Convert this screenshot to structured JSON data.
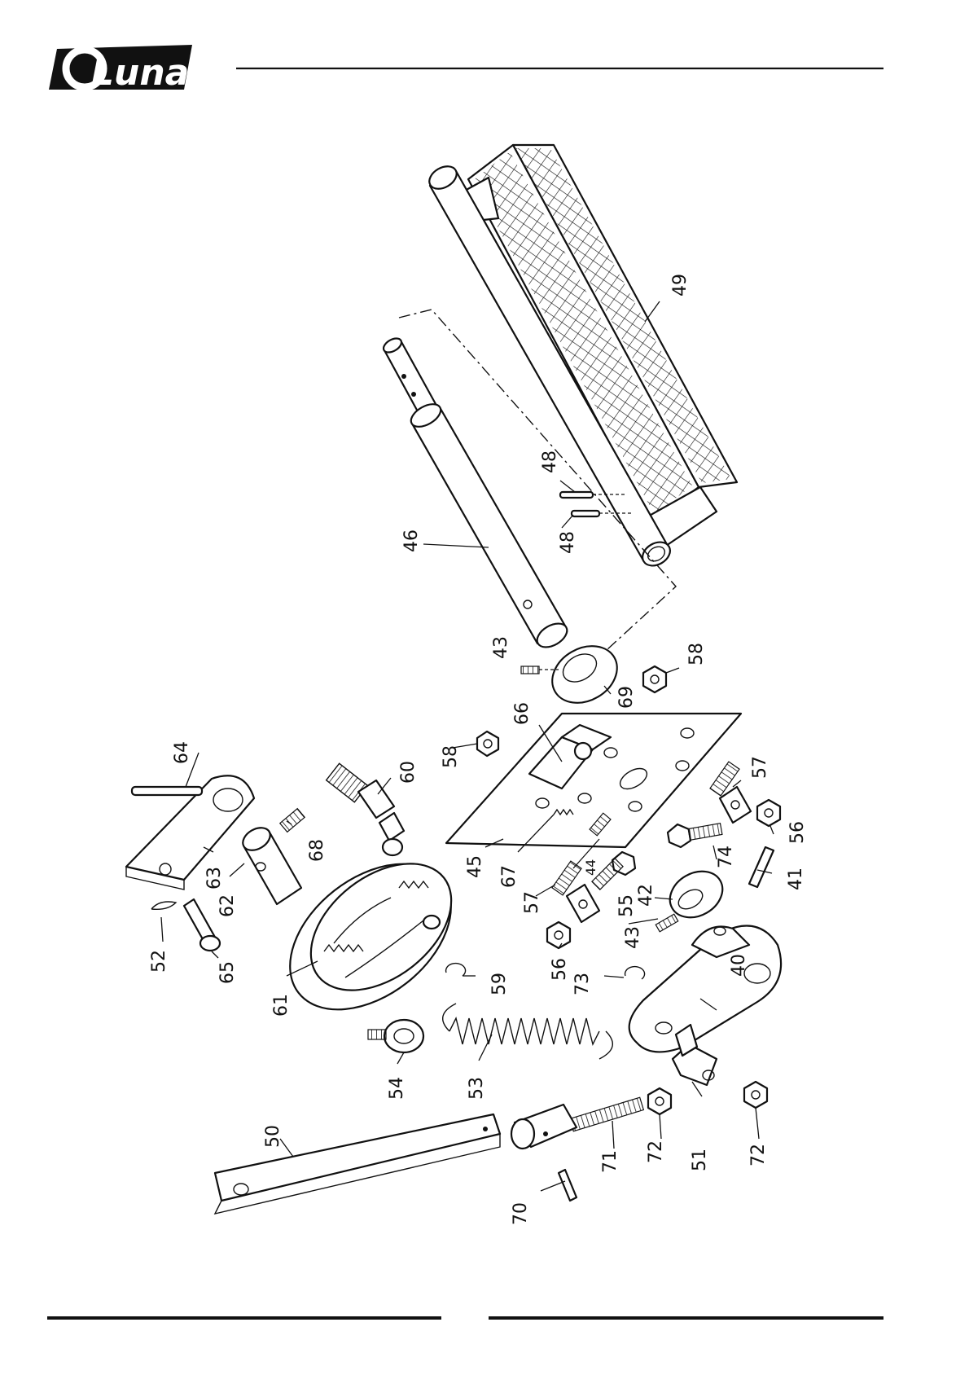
{
  "header": {
    "brand": "Luna"
  },
  "diagram": {
    "part_labels": [
      "40",
      "41",
      "42",
      "43",
      "43",
      "44",
      "45",
      "46",
      "48",
      "48",
      "49",
      "50",
      "51",
      "52",
      "53",
      "54",
      "55",
      "56",
      "56",
      "57",
      "57",
      "58",
      "58",
      "59",
      "60",
      "61",
      "62",
      "63",
      "64",
      "65",
      "66",
      "67",
      "68",
      "69",
      "70",
      "71",
      "72",
      "72",
      "73",
      "74"
    ]
  },
  "colors": {
    "ink": "#111111",
    "background": "#ffffff"
  }
}
